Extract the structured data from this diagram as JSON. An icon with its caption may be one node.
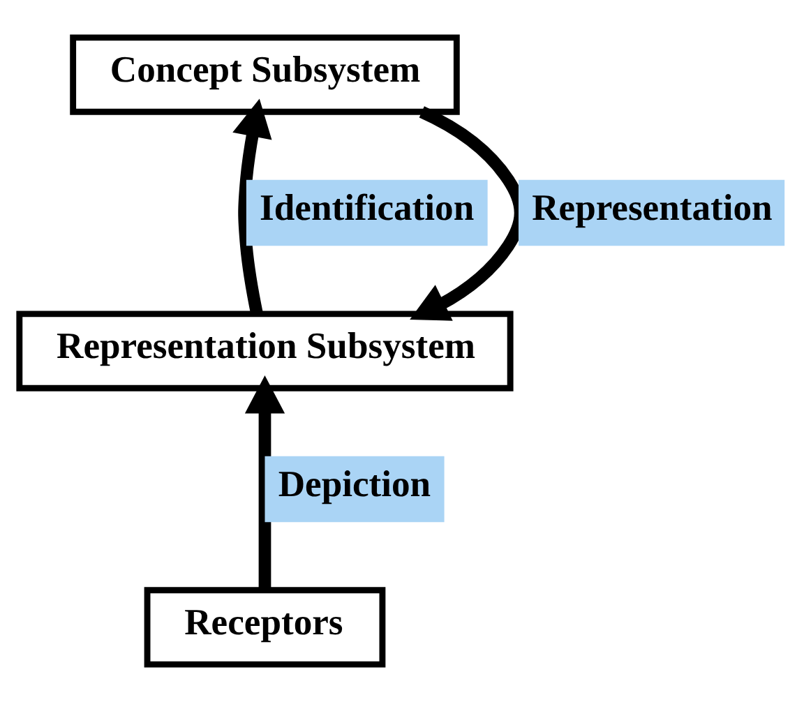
{
  "diagram": {
    "nodes": [
      {
        "text": [
          "Concept Subsystem"
        ]
      },
      {
        "text": [
          "Representation Subsystem"
        ]
      },
      {
        "text": [
          "Receptors"
        ]
      }
    ],
    "edges": [
      {
        "from": 1,
        "to": 0,
        "arrow": "to",
        "label": "Identification"
      },
      {
        "from": 0,
        "to": 1,
        "arrow": "to",
        "label": "Representation"
      },
      {
        "from": 2,
        "to": 1,
        "arrow": "to",
        "label": "Depiction"
      }
    ]
  }
}
